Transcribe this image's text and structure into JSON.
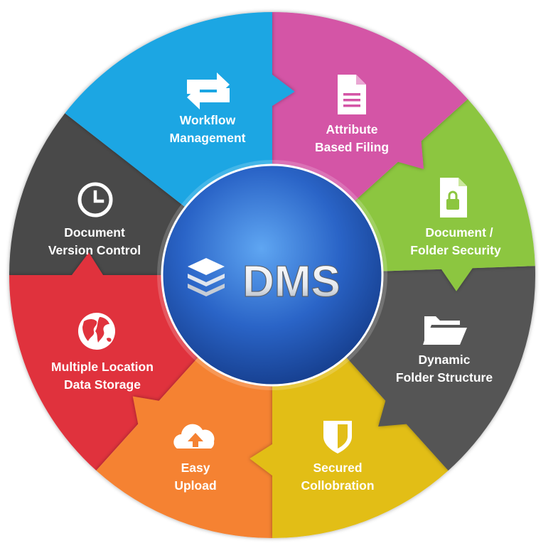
{
  "center": {
    "title": "DMS",
    "icon": "layers-icon"
  },
  "colors": {
    "workflow": "#1ea6e3",
    "attribute": "#d455a6",
    "security": "#8cc63f",
    "dynamic": "#555555",
    "secured": "#e2be18",
    "upload": "#f58232",
    "storage": "#e0333d",
    "version": "#4a4a4a",
    "hub": "#2a64c7"
  },
  "segments": [
    {
      "key": "workflow",
      "icon": "repeat-arrows-icon",
      "lines": [
        "Workflow",
        "Management"
      ]
    },
    {
      "key": "attribute",
      "icon": "document-icon",
      "lines": [
        "Attribute",
        "Based Filing"
      ]
    },
    {
      "key": "security",
      "icon": "lock-file-icon",
      "lines": [
        "Document /",
        "Folder Security"
      ]
    },
    {
      "key": "dynamic",
      "icon": "folder-open-icon",
      "lines": [
        "Dynamic",
        "Folder Structure"
      ]
    },
    {
      "key": "secured",
      "icon": "shield-icon",
      "lines": [
        "Secured",
        "Collobration"
      ]
    },
    {
      "key": "upload",
      "icon": "cloud-upload-icon",
      "lines": [
        "Easy",
        "Upload"
      ]
    },
    {
      "key": "storage",
      "icon": "globe-icon",
      "lines": [
        "Multiple Location",
        "Data Storage"
      ]
    },
    {
      "key": "version",
      "icon": "clock-icon",
      "lines": [
        "Document",
        "Version Control"
      ]
    }
  ]
}
